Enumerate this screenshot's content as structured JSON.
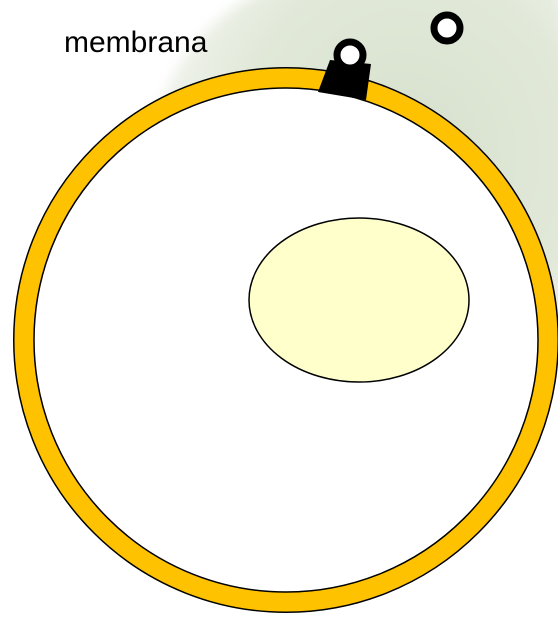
{
  "diagram": {
    "membrane_label": "membrana",
    "colors": {
      "membrane": "#ffc200",
      "outline": "#000000",
      "nucleus_fill": "#ffffcc",
      "cell_fill": "#ffffff",
      "protein_channel": "#000000",
      "molecule_fill": "#ffffff"
    },
    "parts": [
      "cell-membrane",
      "nucleus",
      "membrane-protein-channel",
      "molecule-inside-channel",
      "molecule-outside"
    ]
  }
}
